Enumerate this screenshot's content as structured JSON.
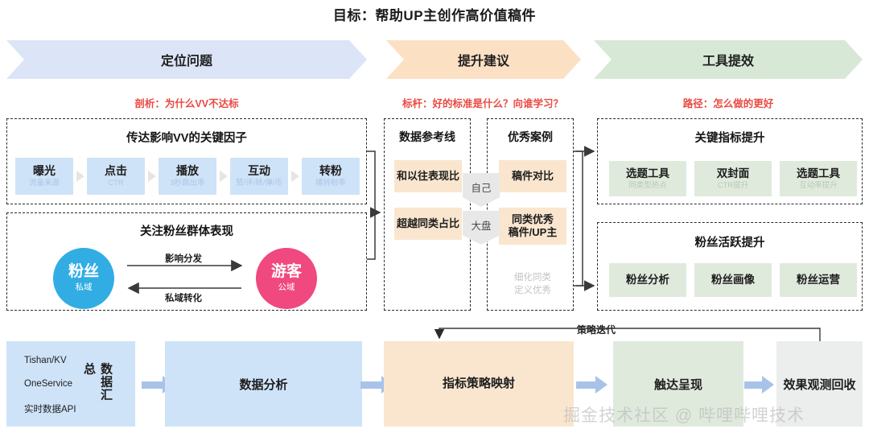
{
  "title": "目标：帮助UP主创作高价值稿件",
  "phases": [
    {
      "label": "定位问题",
      "sub": "剖析：为什么VV不达标",
      "color": "#dce4f7"
    },
    {
      "label": "提升建议",
      "sub": "标杆：好的标准是什么？向谁学习？",
      "color": "#fbe0c4"
    },
    {
      "label": "工具提效",
      "sub": "路径：怎么做的更好",
      "color": "#d7e8d7"
    }
  ],
  "panel_factors": {
    "title": "传达影响VV的关键因子",
    "steps": [
      {
        "t": "曝光",
        "s": "流量来源"
      },
      {
        "t": "点击",
        "s": "CTR"
      },
      {
        "t": "播放",
        "s": "3秒跳出率"
      },
      {
        "t": "互动",
        "s": "赞/评/转/弹/币"
      },
      {
        "t": "转粉",
        "s": "播转粉率"
      }
    ]
  },
  "panel_fans": {
    "title": "关注粉丝群体表现",
    "left_circle": {
      "t": "粉丝",
      "s": "私域"
    },
    "right_circle": {
      "t": "游客",
      "s": "公域"
    },
    "arrow_top_label": "影响分发",
    "arrow_bottom_label": "私域转化"
  },
  "panel_baseline": {
    "title": "数据参考线",
    "items": [
      "和以往表现比",
      "超越同类占比"
    ]
  },
  "panel_cases": {
    "title": "优秀案例",
    "items": [
      "稿件对比",
      "同类优秀\n稿件/UP主"
    ],
    "ghost": "细化同类\n定义优秀"
  },
  "banners": [
    "自己",
    "大盘"
  ],
  "panel_kpi": {
    "title": "关键指标提升",
    "tools": [
      {
        "t": "选题工具",
        "s": "同类型热点"
      },
      {
        "t": "双封面",
        "s": "CTR提升"
      },
      {
        "t": "选题工具",
        "s": "互动率提升"
      }
    ]
  },
  "panel_fanact": {
    "title": "粉丝活跃提升",
    "tools": [
      {
        "t": "粉丝分析",
        "s": ""
      },
      {
        "t": "粉丝画像",
        "s": ""
      },
      {
        "t": "粉丝运营",
        "s": ""
      }
    ]
  },
  "pipeline": {
    "sources": [
      "Tishan/KV",
      "OneService",
      "实时数据API"
    ],
    "sources_label": "数据汇总",
    "stages": [
      "数据分析",
      "指标策略映射",
      "触达呈现",
      "效果观测回收"
    ],
    "loop_label": "策略迭代"
  },
  "watermark": "掘金技术社区 @ 哔哩哔哩技术"
}
